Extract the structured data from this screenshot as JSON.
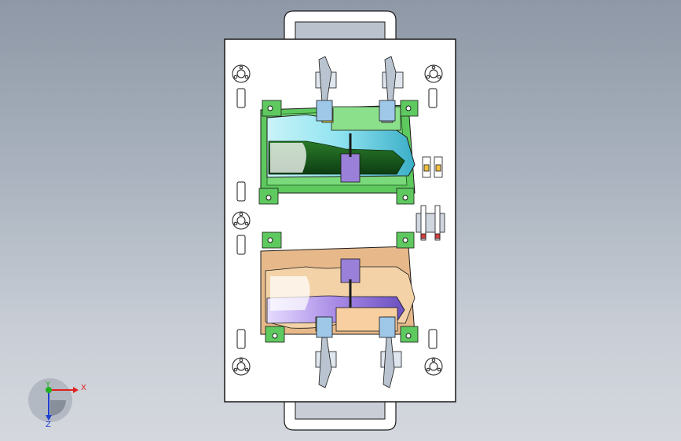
{
  "viewport": {
    "background_top": "#8e98a6",
    "background_bottom": "#d4d8de"
  },
  "model": {
    "plate_color": "#ffffff",
    "upper_base_color": "#5ec95e",
    "upper_part_color": "#8fe3f0",
    "lower_base_color": "#e7b98a",
    "lower_part_color": "#a98be6",
    "clamp_color": "#7a8a9a",
    "outline_color": "#1a1a1a"
  },
  "triad": {
    "x_label": "X",
    "y_label": "Y",
    "z_label": "Z",
    "x_color": "#e02020",
    "y_color": "#20b020",
    "z_color": "#2040d0"
  }
}
